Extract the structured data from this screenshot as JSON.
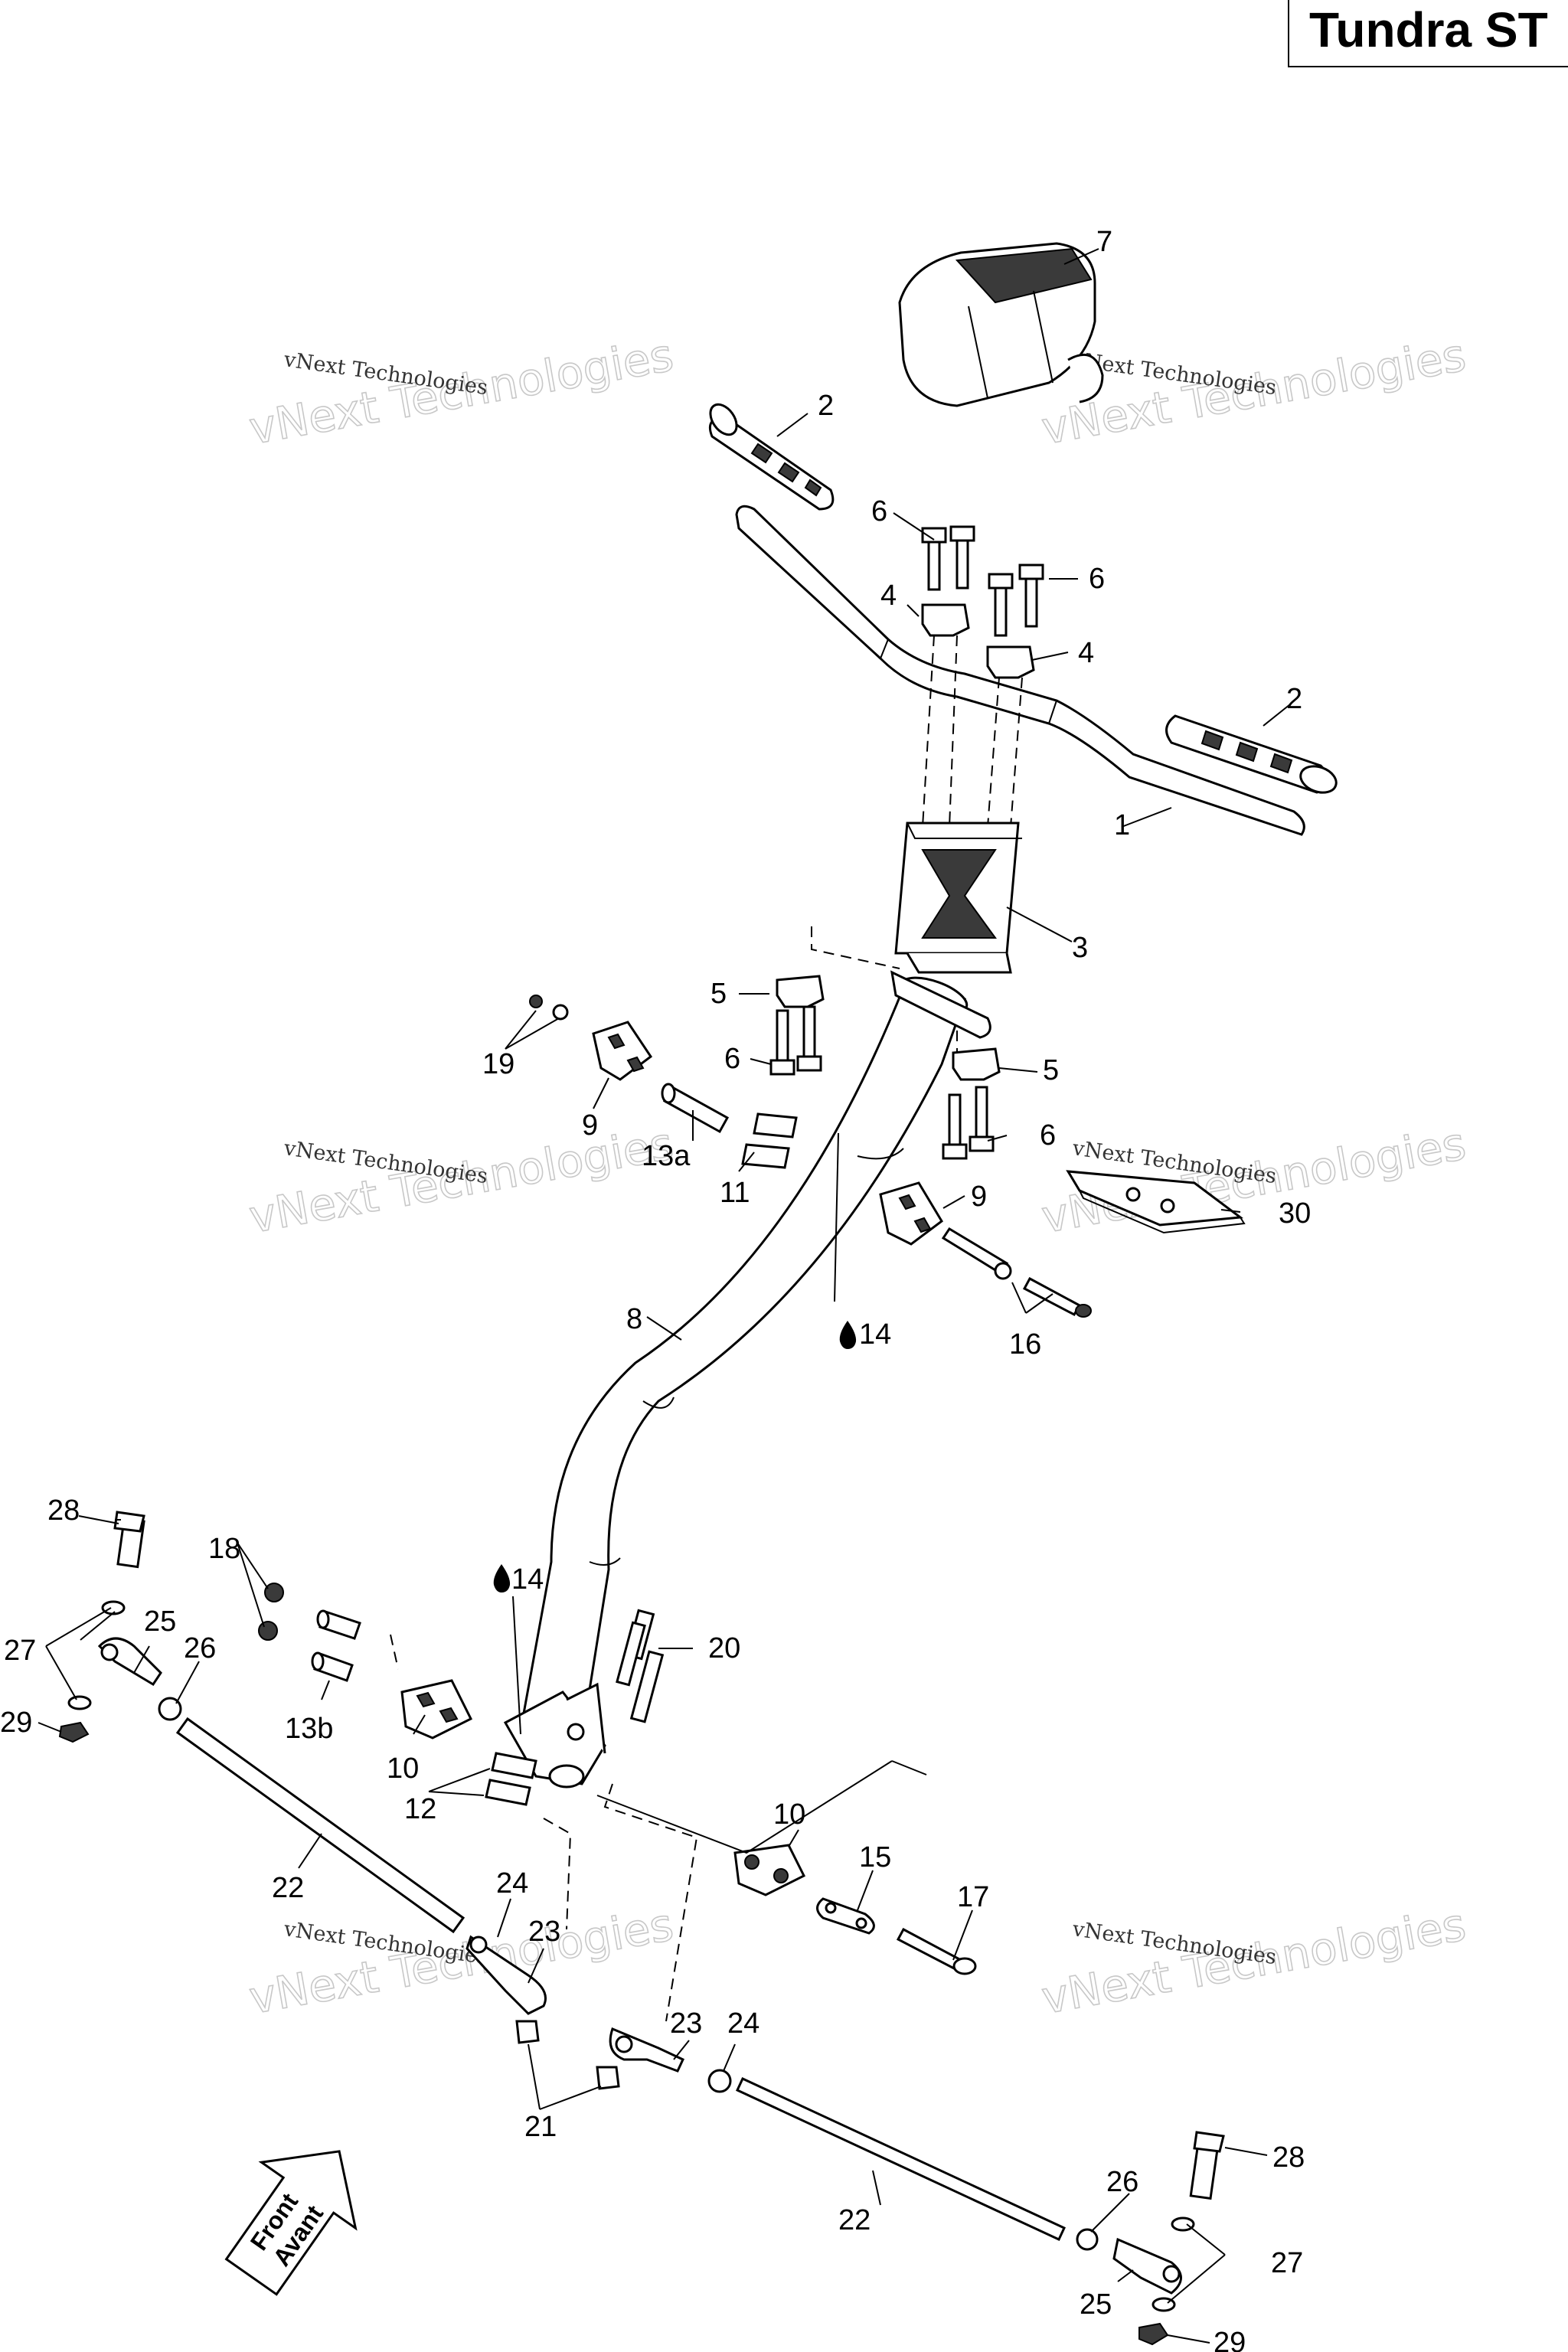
{
  "title": "Tundra ST",
  "watermark": {
    "small": "vNext Technologies",
    "big": "vNext Technologies"
  },
  "front_arrow": {
    "line1": "Front",
    "line2": "Avant"
  },
  "callouts": {
    "c1": "1",
    "c2a": "2",
    "c2b": "2",
    "c3": "3",
    "c4a": "4",
    "c4b": "4",
    "c5a": "5",
    "c5b": "5",
    "c6a": "6",
    "c6b": "6",
    "c6c": "6",
    "c6d": "6",
    "c7": "7",
    "c8": "8",
    "c9a": "9",
    "c9b": "9",
    "c10a": "10",
    "c10b": "10",
    "c11": "11",
    "c12": "12",
    "c13a": "13a",
    "c13b": "13b",
    "c14a": "14",
    "c14b": "14",
    "c15": "15",
    "c16": "16",
    "c17": "17",
    "c18": "18",
    "c19": "19",
    "c20": "20",
    "c21": "21",
    "c22a": "22",
    "c22b": "22",
    "c23a": "23",
    "c23b": "23",
    "c24a": "24",
    "c24b": "24",
    "c25a": "25",
    "c25b": "25",
    "c26a": "26",
    "c26b": "26",
    "c27a": "27",
    "c27b": "27",
    "c28a": "28",
    "c28b": "28",
    "c29a": "29",
    "c29b": "29",
    "c30": "30"
  }
}
